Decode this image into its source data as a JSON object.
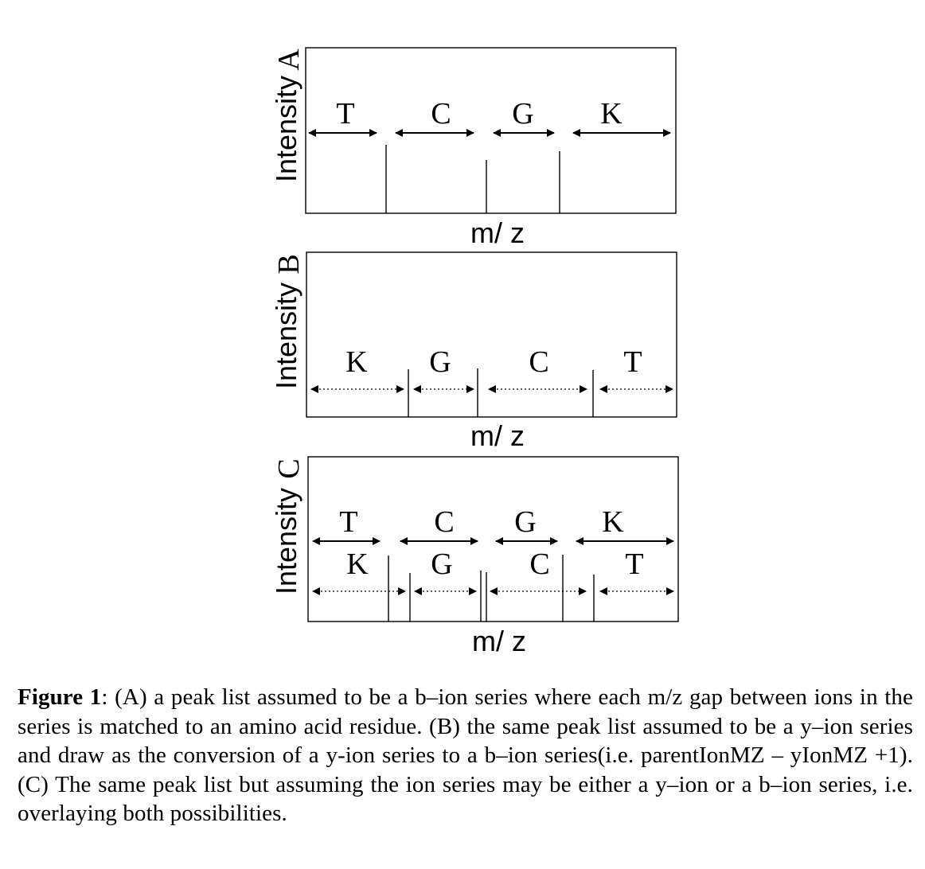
{
  "panels": [
    {
      "id": "A",
      "label": "A",
      "ylabel": "Intensity",
      "xlabel": "m/ z",
      "rows": [
        {
          "style": "solid",
          "labels": [
            "T",
            "C",
            "G",
            "K"
          ]
        }
      ]
    },
    {
      "id": "B",
      "label": "B",
      "ylabel": "Intensity",
      "xlabel": "m/ z",
      "rows": [
        {
          "style": "dotted",
          "labels": [
            "K",
            "G",
            "C",
            "T"
          ]
        }
      ]
    },
    {
      "id": "C",
      "label": "C",
      "ylabel": "Intensity",
      "xlabel": "m/ z",
      "rows": [
        {
          "style": "solid",
          "labels": [
            "T",
            "C",
            "G",
            "K"
          ]
        },
        {
          "style": "dotted",
          "labels": [
            "K",
            "G",
            "C",
            "T"
          ]
        }
      ]
    }
  ],
  "caption": {
    "bold": "Figure 1",
    "text": ": (A) a peak list assumed to be a b–ion series where each m/z gap between ions in the series is matched to an amino acid residue. (B) the same peak list assumed to be a y–ion series and draw as the conversion of a y-ion series to a b–ion series(i.e. parentIonMZ – yIonMZ +1). (C) The same peak list but assuming the ion series may be either a y–ion or a b–ion series, i.e. overlaying both possibilities."
  }
}
